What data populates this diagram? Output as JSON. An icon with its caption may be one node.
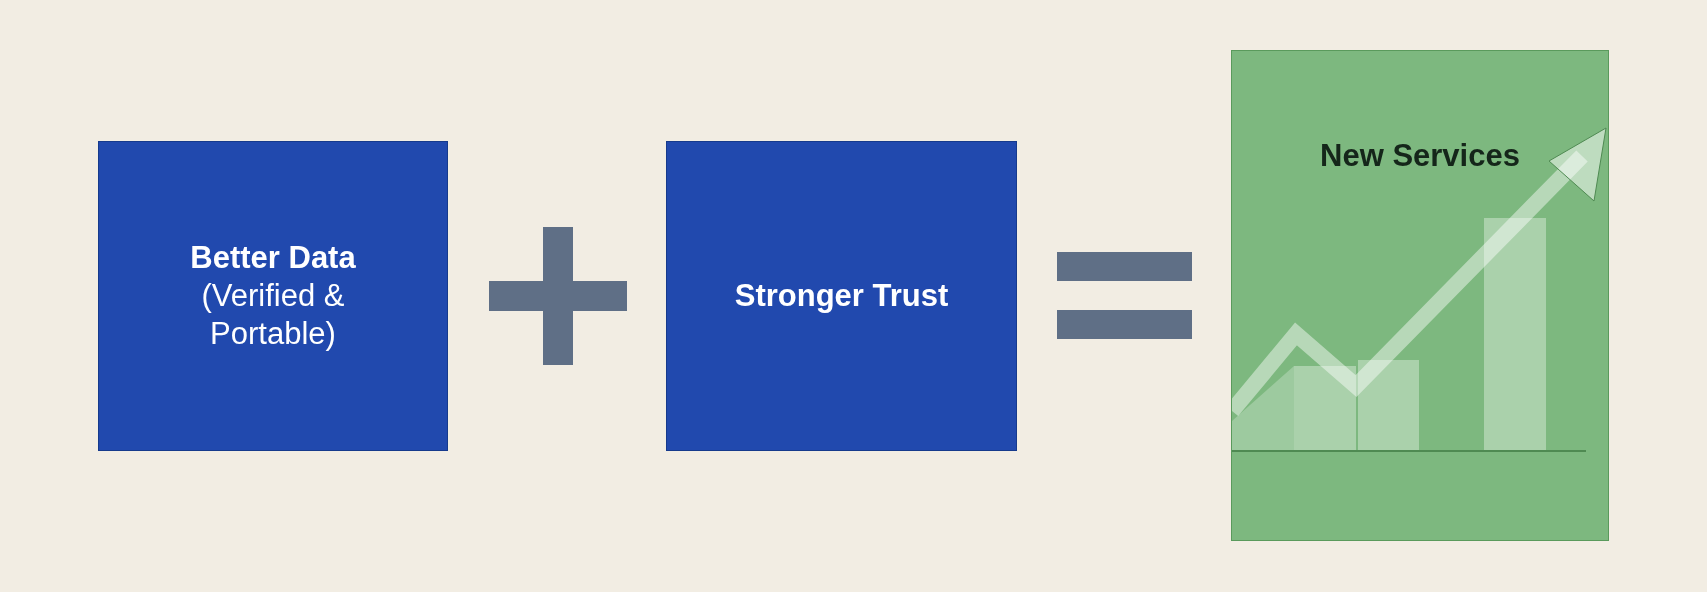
{
  "diagram": {
    "nodes": [
      {
        "text": [
          "Better Data",
          "(Verified & Portable)"
        ]
      },
      {
        "text": [
          "Stronger Trust"
        ]
      },
      {
        "text": [
          "New Services"
        ]
      }
    ]
  }
}
